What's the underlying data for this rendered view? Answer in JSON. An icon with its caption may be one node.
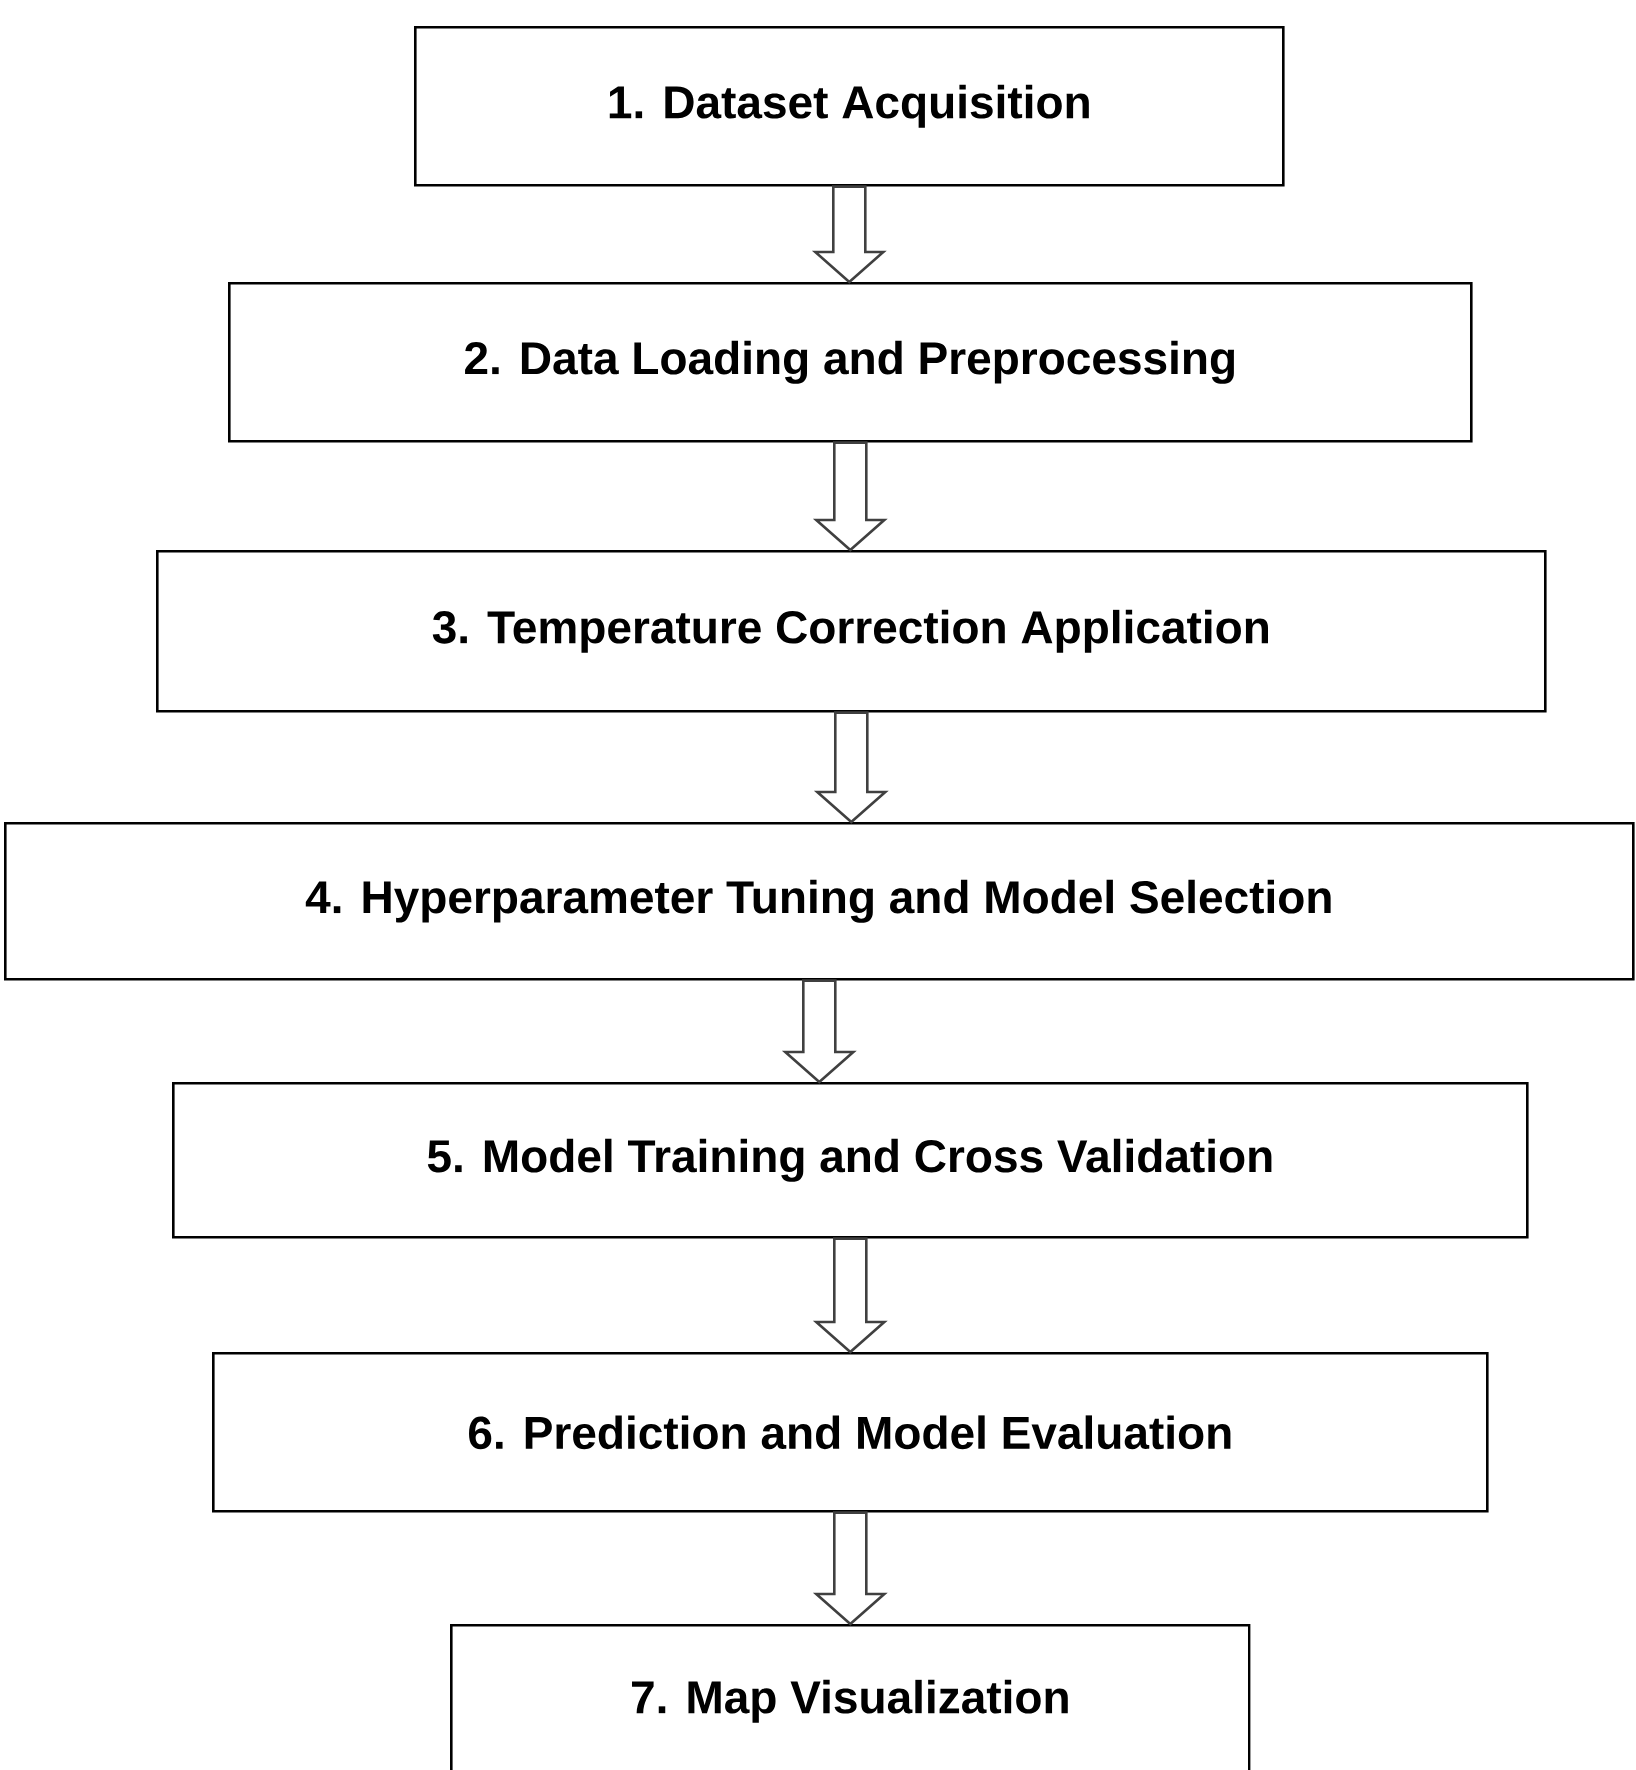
{
  "diagram": {
    "nodes": [
      {
        "text": [
          "1.  Dataset Acquisition"
        ]
      },
      {
        "text": [
          "2.  Data Loading and Preprocessing"
        ]
      },
      {
        "text": [
          "3.  Temperature Correction Application"
        ]
      },
      {
        "text": [
          "4.  Hyperparameter Tuning and Model Selection"
        ]
      },
      {
        "text": [
          "5.  Model Training and Cross Validation"
        ]
      },
      {
        "text": [
          "6.  Prediction and Model Evaluation"
        ]
      },
      {
        "text": [
          "7.  Map Visualization"
        ]
      }
    ],
    "edges": [
      {
        "from": 0,
        "to": 1,
        "arrow": "to"
      },
      {
        "from": 1,
        "to": 2,
        "arrow": "to"
      },
      {
        "from": 2,
        "to": 3,
        "arrow": "to"
      },
      {
        "from": 3,
        "to": 4,
        "arrow": "to"
      },
      {
        "from": 4,
        "to": 5,
        "arrow": "to"
      },
      {
        "from": 5,
        "to": 6,
        "arrow": "to"
      }
    ]
  }
}
